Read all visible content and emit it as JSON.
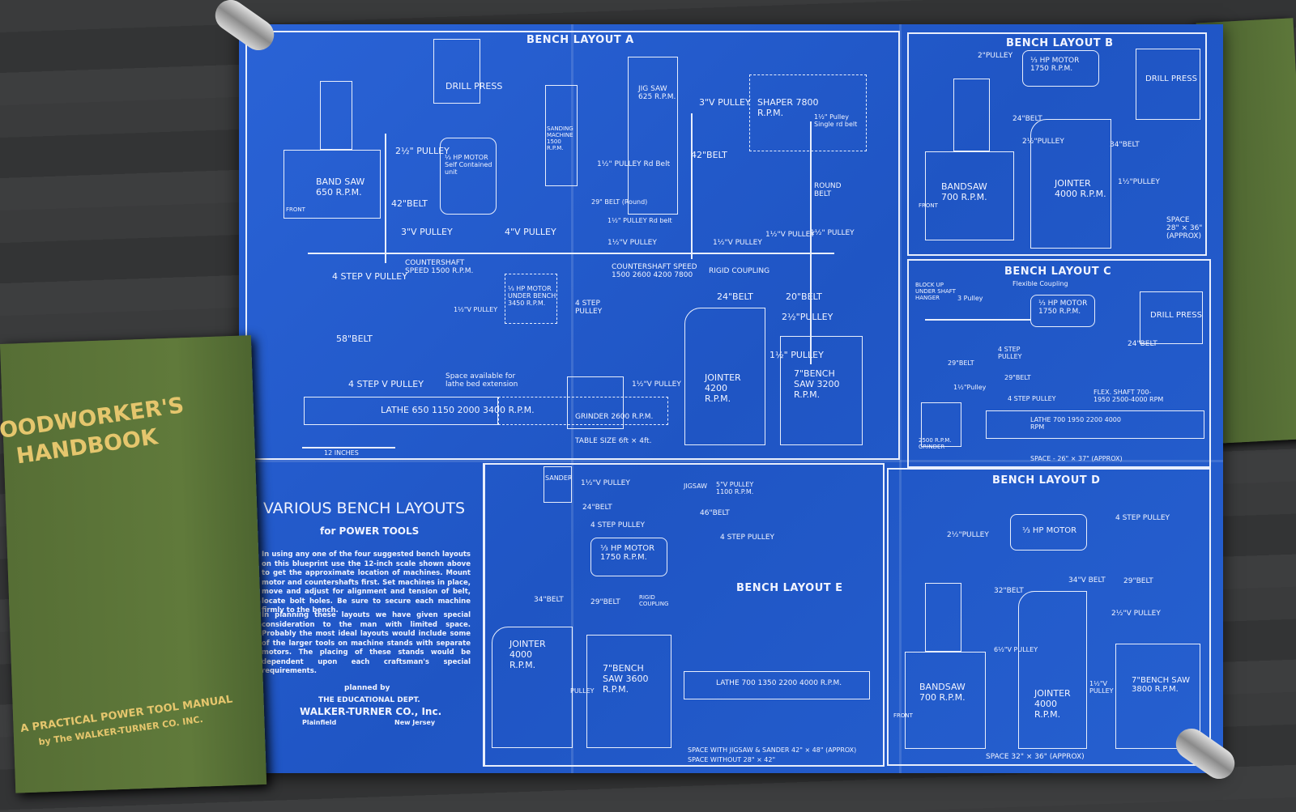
{
  "blueprint": {
    "layout_a": {
      "title": "BENCH LAYOUT A",
      "labels": [
        "DRILL PRESS",
        "⅓ HP MOTOR Self Contained unit",
        "JIG SAW 625 R.P.M.",
        "3\"V PULLEY",
        "SHAPER 7800 R.P.M.",
        "1½\" Pulley Single rd belt",
        "SANDING MACHINE 1500 R.P.M.",
        "1½\" PULLEY Rd Belt",
        "42\"BELT",
        "BAND SAW 650 R.P.M.",
        "2½\" PULLEY",
        "42\"BELT",
        "3\"V PULLEY",
        "4\"V PULLEY",
        "ROUND BELT",
        "29\" BELT (Round)",
        "1½\" PULLEY Rd belt",
        "1½\"V PULLEY",
        "1½\"V PULLEY",
        "1½\"V PULLEY",
        "1½\" PULLEY",
        "4 STEP V PULLEY",
        "COUNTERSHAFT SPEED 1500 R.P.M.",
        "COUNTERSHAFT SPEED 1500 2600 4200 7800",
        "RIGID COUPLING",
        "⅓ HP MOTOR UNDER BENCH 3450 R.P.M.",
        "4 STEP PULLEY",
        "1½\"V PULLEY",
        "24\"BELT",
        "20\"BELT",
        "2½\"PULLEY",
        "1½\" PULLEY",
        "58\"BELT",
        "4 STEP V PULLEY",
        "Space available for lathe bed extension",
        "1½\"V PULLEY",
        "JOINTER 4200 R.P.M.",
        "7\"BENCH SAW 3200 R.P.M.",
        "LATHE 650 1150 2000 3400 R.P.M.",
        "GRINDER 2600 R.P.M.",
        "TABLE SIZE 6ft × 4ft.",
        "12 INCHES",
        "FRONT"
      ]
    },
    "layout_b": {
      "title": "BENCH LAYOUT B",
      "labels": [
        "2\"PULLEY",
        "⅓ HP MOTOR 1750 R.P.M.",
        "DRILL PRESS",
        "24\"BELT",
        "2½\"PULLEY",
        "34\"BELT",
        "BANDSAW 700 R.P.M.",
        "JOINTER 4000 R.P.M.",
        "1½\"PULLEY",
        "SPACE 28\" × 36\" (APPROX)",
        "FRONT"
      ]
    },
    "layout_c": {
      "title": "BENCH LAYOUT C",
      "labels": [
        "BLOCK UP UNDER SHAFT HANGER",
        "Flexible Coupling",
        "3 Pulley",
        "⅓ HP MOTOR 1750 R.P.M.",
        "DRILL PRESS",
        "4 STEP PULLEY",
        "24\"BELT",
        "29\"BELT",
        "29\"BELT",
        "1½\"Pulley",
        "4 STEP PULLEY",
        "FLEX. SHAFT 700-1950 2500-4000 RPM",
        "LATHE 700 1950 2200 4000 RPM",
        "2500 R.P.M. GRINDER",
        "SPACE - 26\" × 37\" (APPROX)"
      ]
    },
    "layout_d": {
      "title": "BENCH LAYOUT D",
      "labels": [
        "2½\"PULLEY",
        "⅓ HP MOTOR",
        "4 STEP PULLEY",
        "32\"BELT",
        "34\"V BELT",
        "29\"BELT",
        "2½\"V PULLEY",
        "6½\"V PULLEY",
        "BANDSAW 700 R.P.M.",
        "JOINTER 4000 R.P.M.",
        "1½\"V PULLEY",
        "7\"BENCH SAW 3800 R.P.M.",
        "FRONT",
        "SPACE 32\" × 36\" (APPROX)"
      ]
    },
    "layout_e": {
      "title": "BENCH LAYOUT E",
      "labels": [
        "SANDER",
        "1½\"V PULLEY",
        "24\"BELT",
        "4 STEP PULLEY",
        "JIGSAW",
        "5\"V PULLEY 1100 R.P.M.",
        "46\"BELT",
        "4 STEP PULLEY",
        "⅓ HP MOTOR 1750 R.P.M.",
        "34\"BELT",
        "29\"BELT",
        "RIGID COUPLING",
        "JOINTER 4000 R.P.M.",
        "7\"BENCH SAW 3600 R.P.M.",
        "LATHE 700 1350 2200 4000 R.P.M.",
        "PULLEY",
        "SPACE WITH JIGSAW & SANDER 42\" × 48\" (APPROX)",
        "SPACE WITHOUT 28\" × 42\""
      ]
    },
    "intro": {
      "title": "VARIOUS BENCH LAYOUTS",
      "subtitle": "for POWER TOOLS",
      "para1": "In using any one of the four suggested bench layouts on this blueprint use the 12-inch scale shown above to get the approximate location of machines. Mount motor and countershafts first. Set machines in place, move and adjust for alignment and tension of belt, locate bolt holes. Be sure to secure each machine firmly to the bench.",
      "para2": "In planning these layouts we have given special consideration to the man with limited space. Probably the most ideal layouts would include some of the larger tools on machine stands with separate motors. The placing of these stands would be dependent upon each craftsman's special requirements.",
      "planned_by": "planned by",
      "dept": "THE EDUCATIONAL DEPT.",
      "company": "WALKER-TURNER CO., Inc.",
      "city": "Plainfield",
      "state": "New Jersey"
    }
  },
  "book": {
    "title1": "OODWORKER'S",
    "title2": "HANDBOOK",
    "subtitle": "A PRACTICAL POWER TOOL MANUAL",
    "byline": "by The WALKER-TURNER CO. INC."
  }
}
